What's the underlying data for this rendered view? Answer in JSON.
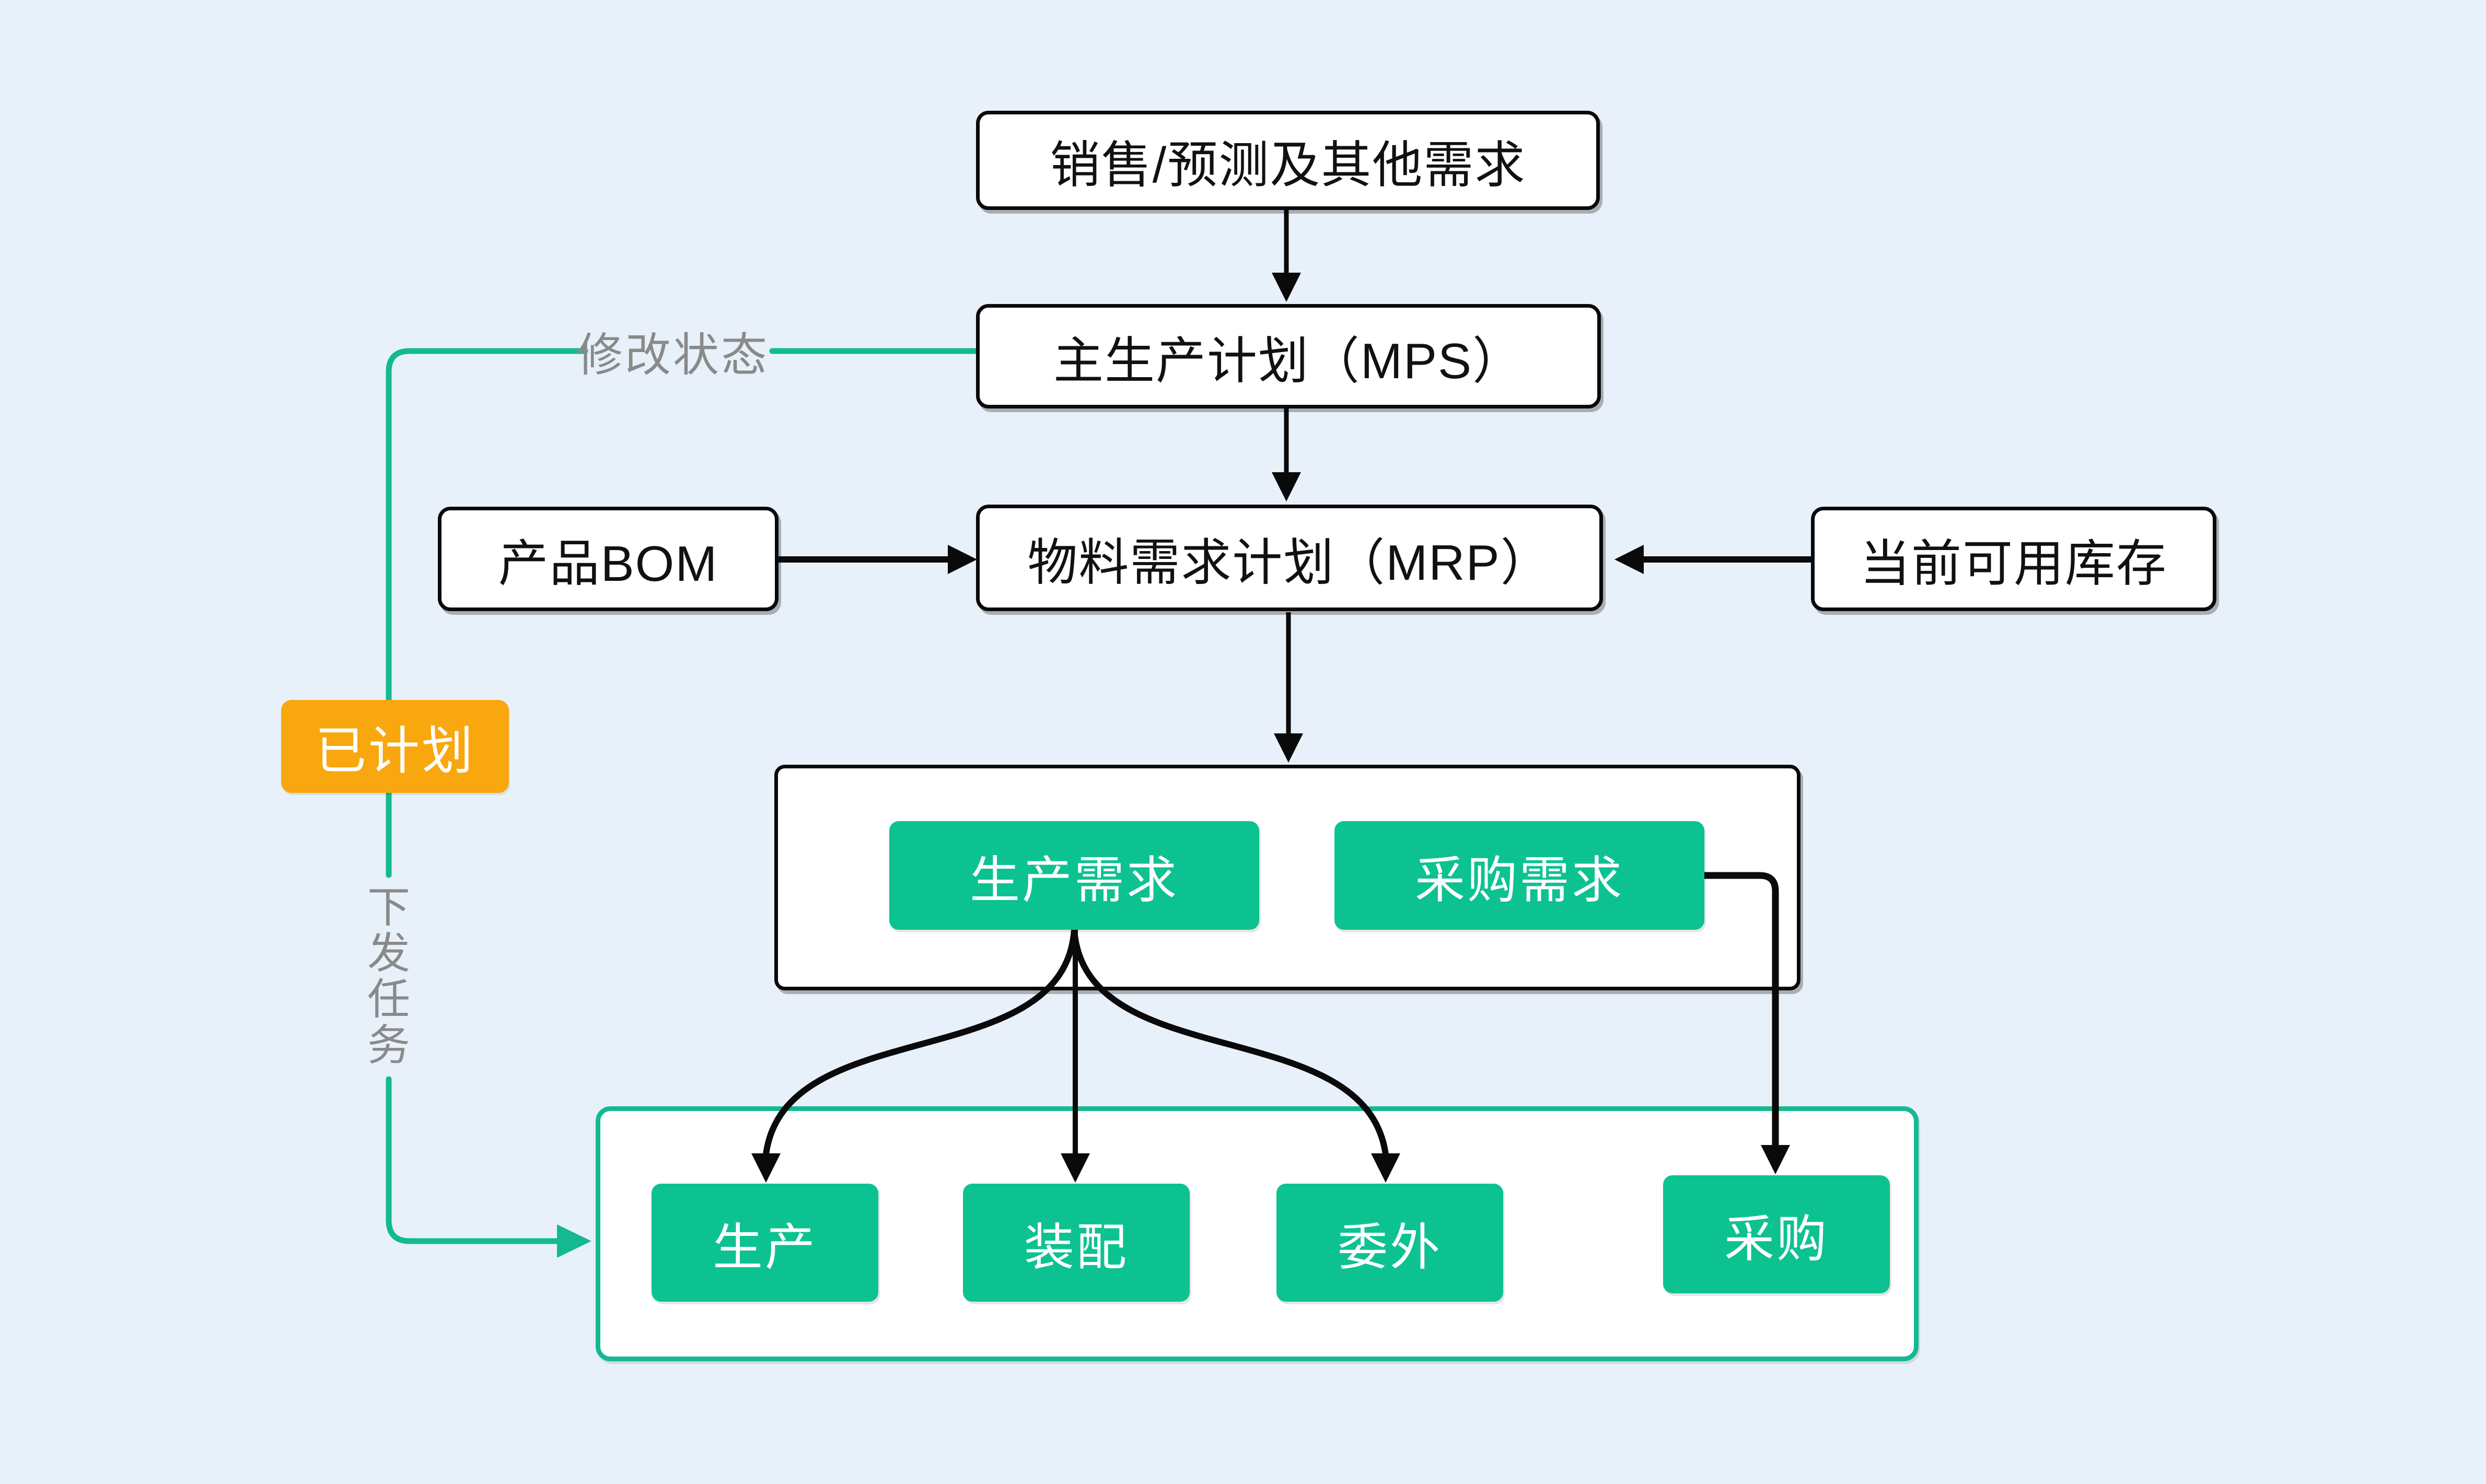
{
  "diagram": {
    "description": "MRP planning flowchart",
    "colors": {
      "background": "#E8F1FA",
      "node_fill": "#FFFFFF",
      "node_border": "#0A0A0A",
      "green_fill": "#0DC291",
      "teal_line": "#14B992",
      "orange_fill": "#F9A70E",
      "edge_label_gray": "#8A8A8A",
      "arrow_black": "#0A0A0A",
      "white_text": "#FFFFFF"
    },
    "nodes": {
      "sales_forecast": {
        "label": "销售/预测及其他需求"
      },
      "mps": {
        "label": "主生产计划（MPS）"
      },
      "product_bom": {
        "label": "产品BOM"
      },
      "mrp": {
        "label": "物料需求计划（MRP）"
      },
      "available_inventory": {
        "label": "当前可用库存"
      },
      "production_demand": {
        "label": "生产需求"
      },
      "purchase_demand": {
        "label": "采购需求"
      },
      "production": {
        "label": "生产"
      },
      "assembly": {
        "label": "装配"
      },
      "outsourcing": {
        "label": "委外"
      },
      "purchase": {
        "label": "采购"
      },
      "planned_status": {
        "label": "已计划"
      }
    },
    "edge_labels": {
      "modify_status": "修改状态",
      "dispatch_task": "下发任务",
      "dispatch_task_chars": [
        "下",
        "发",
        "任",
        "务"
      ]
    },
    "edges": [
      "sales_forecast -> mps",
      "mps -> mrp",
      "product_bom -> mrp",
      "available_inventory -> mrp",
      "mrp -> demand_group",
      "production_demand -> production",
      "production_demand -> assembly",
      "production_demand -> outsourcing",
      "purchase_demand -> purchase",
      "mps -> task_group (修改状态 / 已计划 / 下发任务)"
    ]
  }
}
